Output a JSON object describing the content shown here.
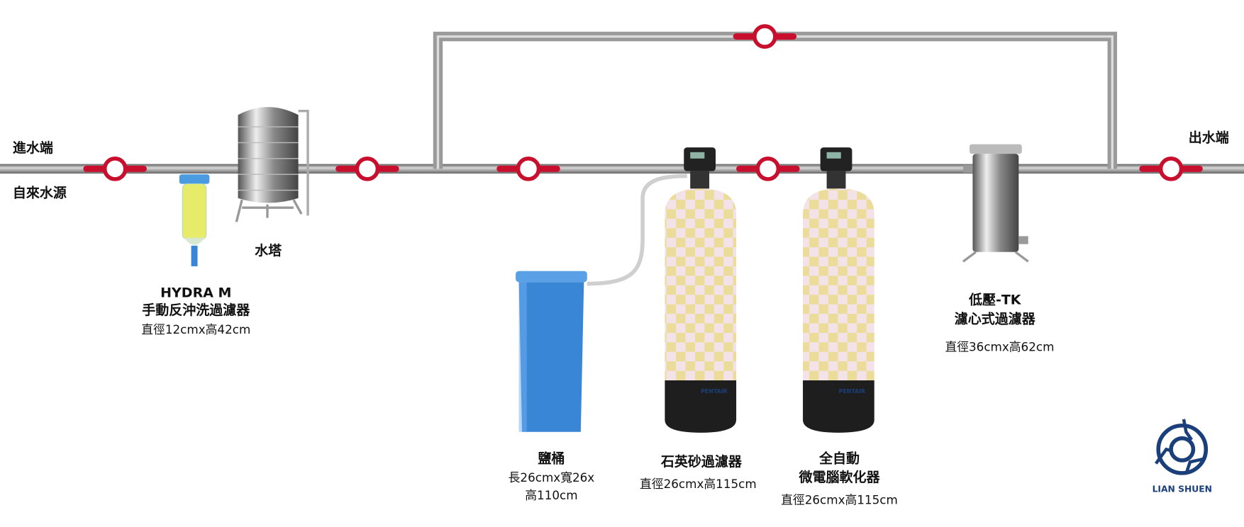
{
  "labels": {
    "inlet": "進水端",
    "source": "自來水源",
    "outlet": "出水端"
  },
  "equipment": {
    "hydra": {
      "name": "HYDRA M",
      "subtitle": "手動反沖洗過濾器",
      "size": "直徑12cmx高42cm"
    },
    "tower": {
      "name": "水塔"
    },
    "salt": {
      "name": "鹽桶",
      "size_line1": "長26cmx寬26x",
      "size_line2": "高110cm"
    },
    "quartz": {
      "name": "石英砂過濾器",
      "size": "直徑26cmx高115cm"
    },
    "softener": {
      "name_line1": "全自動",
      "name_line2": "微電腦軟化器",
      "size": "直徑26cmx高115cm"
    },
    "tk": {
      "name": "低壓-TK",
      "subtitle": "濾心式過濾器",
      "size": "直徑36cmx高62cm"
    }
  },
  "tank_brand": "PENTAIR",
  "logo": {
    "text": "LIAN SHUEN"
  },
  "colors": {
    "pipe": "#8f8f8f",
    "valve": "#c8102e",
    "logo": "#1a3f7a",
    "salt": "#3a86d6"
  }
}
